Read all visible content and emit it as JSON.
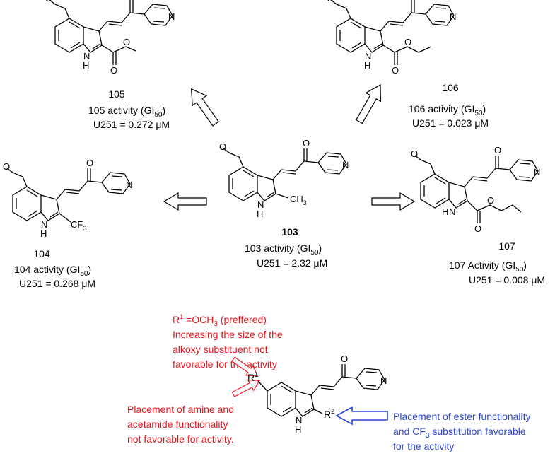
{
  "compounds": [
    {
      "id": "105",
      "label": "105",
      "activity_label": "105 activity (GI",
      "activity_sub": "50",
      "activity_close": ")",
      "value": "U251 = 0.272 μM",
      "substituent": "COOMe",
      "atoms": {
        "nh": "N\nH",
        "n": "N",
        "o": "O"
      }
    },
    {
      "id": "106",
      "label": "106",
      "activity_label": "106 activity (GI",
      "activity_sub": "50",
      "activity_close": ")",
      "value": "U251 = 0.023 μM",
      "substituent": "COOEt"
    },
    {
      "id": "104",
      "label": "104",
      "activity_label": "104 activity (GI",
      "activity_sub": "50",
      "activity_close": ")",
      "value": "U251 = 0.268 μM",
      "substituent": "CF3",
      "sub_text": "CF",
      "sub_index": "3"
    },
    {
      "id": "103",
      "label": "103",
      "activity_label": "103 activity (GI",
      "activity_sub": "50",
      "activity_close": ")",
      "value": "U251 = 2.32 μM",
      "substituent": "CH3",
      "sub_text": "CH",
      "sub_index": "3"
    },
    {
      "id": "107",
      "label": "107",
      "activity_label": "107 Activity (GI",
      "activity_sub": "50",
      "activity_close": ")",
      "value": "U251 = 0.008 μM",
      "substituent": "COOPr"
    }
  ],
  "atoms": {
    "n": "N",
    "nh_n": "N",
    "nh_h": "H",
    "o": "O"
  },
  "sar": {
    "r1_label": "R",
    "r1_sup": "1",
    "r1_eq": " =OCH",
    "r1_sub": "3",
    "r1_pref": " (preffered)",
    "r1_line2": "Increasing the size of the",
    "r1_line3": "alkoxy substituent not",
    "r1_line4": "favorable for the activity",
    "amine_line1": "Placement of amine and",
    "amine_line2": "acetamide functionality",
    "amine_line3": "not favorable for activity.",
    "ester_line1": "Placement of ester functionality",
    "ester_line2a": "and CF",
    "ester_line2_sub": "3",
    "ester_line2b": " substitution favorable",
    "ester_line3": "for the activity",
    "core_r1": "R",
    "core_r1_sup": "1",
    "core_r2": "R",
    "core_r2_sup": "2"
  },
  "colors": {
    "red": "#e8141c",
    "blue": "#2c46d6",
    "black": "#000000"
  }
}
